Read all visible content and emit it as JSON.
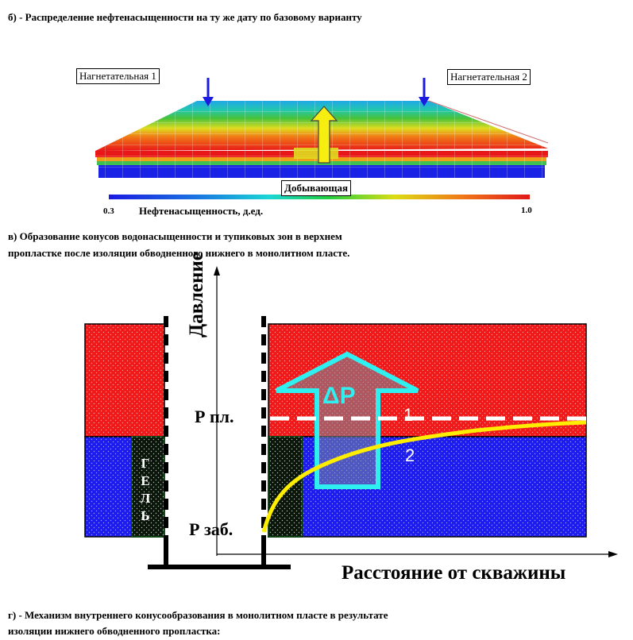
{
  "caption_b": "б) - Распределение нефтенасыщенности на ту же дату по базовому варианту",
  "wells": {
    "injector1": "Нагнетательная 1",
    "injector2": "Нагнетательная 2",
    "producer": "Добывающая"
  },
  "colorbar": {
    "min": "0.3",
    "max": "1.0",
    "title": "Нефтенасыщенность, д.ед."
  },
  "caption_v": [
    "в) Образование конусов водонасыщенности и тупиковых зон в верхнем",
    "пропластке после изоляции обводненного нижнего в монолитном пласте."
  ],
  "diagram": {
    "y_axis": "Давление",
    "x_axis": "Расстояние от скважины",
    "p_res": "Р пл.",
    "p_bottom": "Р заб.",
    "delta_p": "ΔР",
    "gel": [
      "Г",
      "Е",
      "Л",
      "Ь"
    ],
    "curve1": "1",
    "curve2": "2",
    "colors": {
      "oil": "#f01919",
      "water": "#1c1cee",
      "gel": "#0b160b",
      "arrow": "#2ff0f0",
      "curve": "#ffee00"
    }
  },
  "caption_g": [
    "г) - Механизм внутреннего конусообразования в монолитном пласте в результате",
    "изоляции нижнего обводненного пропластка:"
  ]
}
